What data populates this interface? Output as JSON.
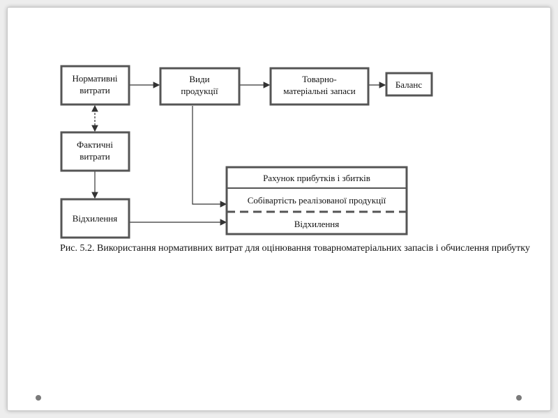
{
  "diagram": {
    "normative_costs": [
      "Нормативні",
      "витрати"
    ],
    "product_types": [
      "Види",
      "продукції"
    ],
    "inventory": [
      "Товарно-",
      "матеріальні запаси"
    ],
    "balance": "Баланс",
    "actual_costs": [
      "Фактичні",
      "витрати"
    ],
    "deviations": "Відхилення",
    "pl_account_header": "Рахунок прибутків і збитків",
    "cost_of_goods_sold": "Собівартість реалізованої продукції",
    "pl_deviations": "Відхилення"
  },
  "caption": "Рис. 5.2. Використання нормативних витрат для оцінювання товарноматеріальних запасів і обчислення прибутку",
  "colors": {
    "line": "#555555",
    "text": "#111111",
    "slide_bg": "#ffffff",
    "page_bg": "#ededed",
    "dot": "#7a7a7a"
  }
}
